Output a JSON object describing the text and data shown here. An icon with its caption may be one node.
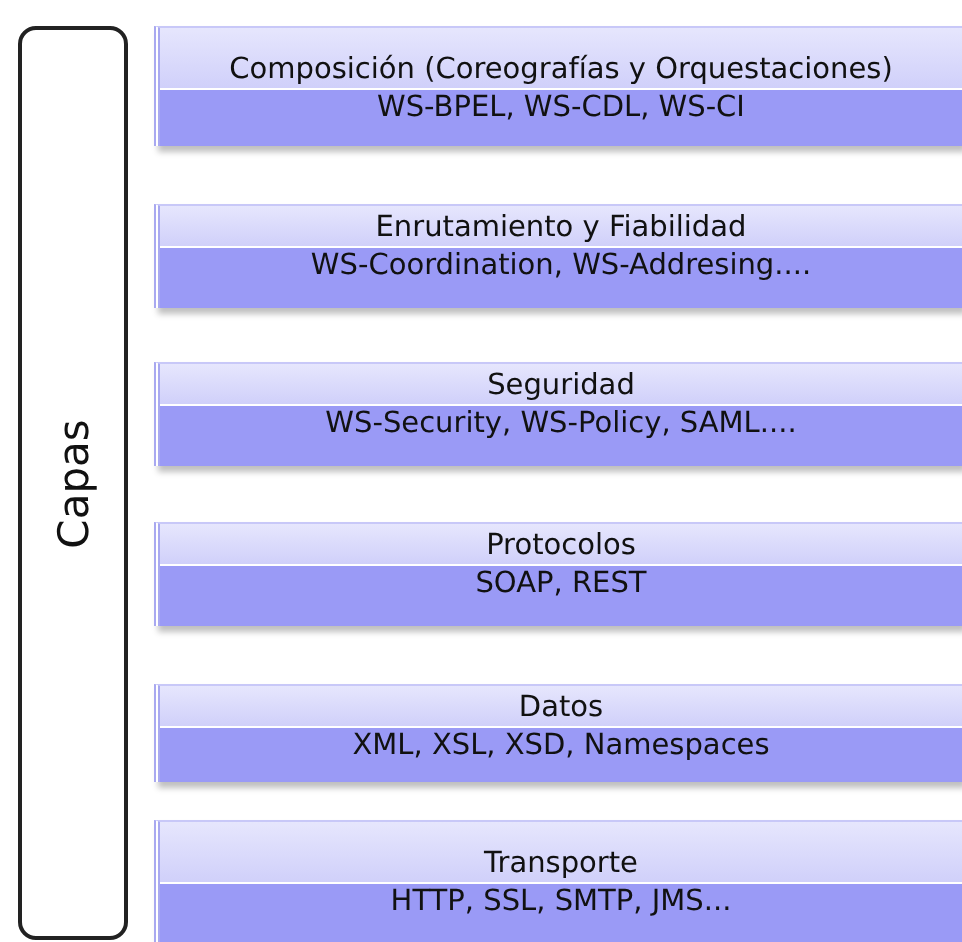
{
  "diagram": {
    "nodes": [
      {
        "text": [
          "Capas"
        ]
      },
      {
        "text": [
          "Composición (Coreografías y Orquestaciones)",
          "WS-BPEL, WS-CDL, WS-CI"
        ]
      },
      {
        "text": [
          "Enrutamiento y Fiabilidad",
          "WS-Coordination, WS-Addresing...."
        ]
      },
      {
        "text": [
          "Seguridad",
          "WS-Security, WS-Policy, SAML...."
        ]
      },
      {
        "text": [
          "Protocolos",
          "SOAP, REST"
        ]
      },
      {
        "text": [
          "Datos",
          "XML, XSL, XSD, Namespaces"
        ]
      },
      {
        "text": [
          "Transporte",
          "HTTP, SSL, SMTP, JMS..."
        ]
      }
    ]
  }
}
